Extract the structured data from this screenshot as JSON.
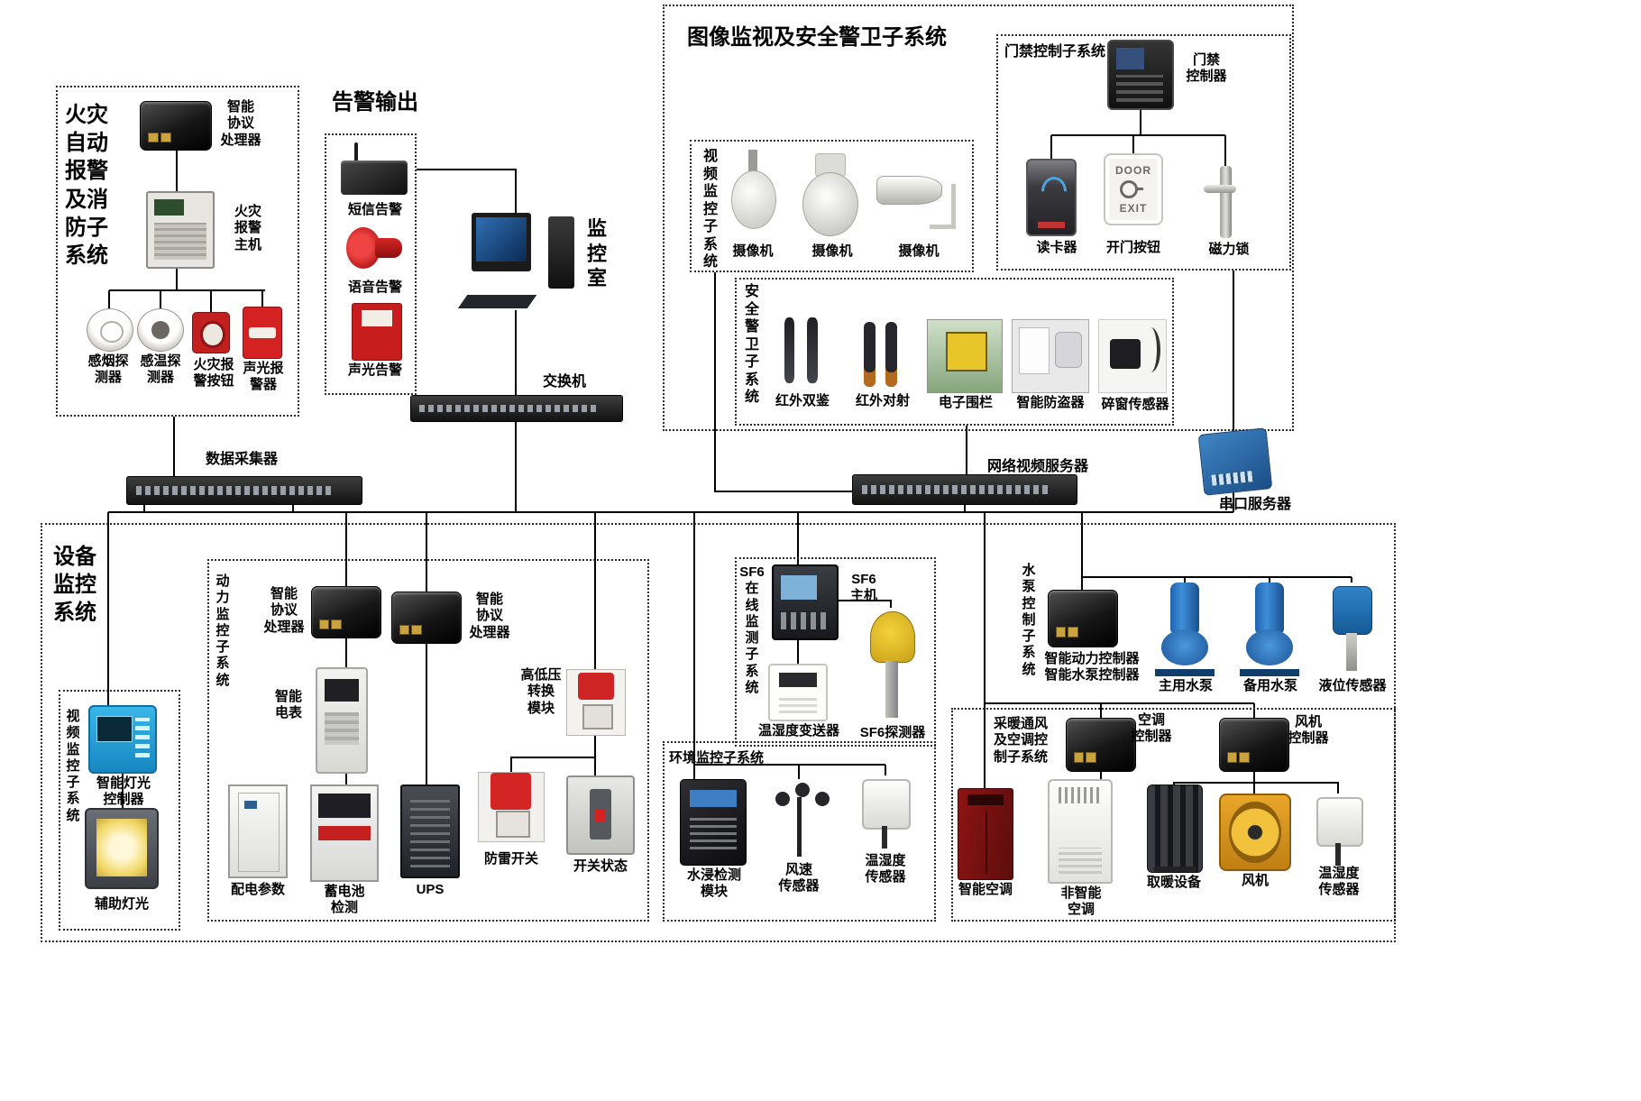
{
  "fire": {
    "title": "火灾\n自动\n报警\n及消\n防子\n系统",
    "processor": "智能\n协议\n处理器",
    "host": "火灾\n报警\n主机",
    "smoke": "感烟探\n测器",
    "temp": "感温探\n测器",
    "button": "火灾报\n警按钮",
    "sounder": "声光报\n警器"
  },
  "alarm_out": {
    "title": "告警输出",
    "sms": "短信告警",
    "voice": "语音告警",
    "sound_light": "声光告警"
  },
  "monitor": {
    "room": "监\n控\n室",
    "switch": "交换机",
    "collector": "数据采集器",
    "nvs": "网络视频服务器",
    "serial": "串口服务器"
  },
  "security": {
    "title": "图像监视及安全警卫子系统",
    "access": {
      "title": "门禁控制子系统",
      "controller": "门禁\n控制器",
      "reader": "读卡器",
      "open_button": "开门按钮",
      "door_top": "DOOR",
      "door_bottom": "EXIT",
      "lock": "磁力锁"
    },
    "video": {
      "title": "视\n频\n监\n控\n子\n系\n统",
      "cam1": "摄像机",
      "cam2": "摄像机",
      "cam3": "摄像机"
    },
    "guard": {
      "title": "安\n全\n警\n卫\n子\n系\n统",
      "ir_dual": "红外双鉴",
      "ir_beam": "红外对射",
      "fence": "电子围栏",
      "burglar": "智能防盗器",
      "window": "碎窗传感器"
    }
  },
  "equipment": {
    "title": "设备\n监控\n系统",
    "video": {
      "title": "视\n频\n监\n控\n子\n系\n统",
      "light_controller": "智能灯光\n控制器",
      "aux_light": "辅助灯光"
    },
    "power": {
      "title": "动\n力\n监\n控\n子\n系\n统",
      "proc1": "智能\n协议\n处理器",
      "proc2": "智能\n协议\n处理器",
      "meter": "智能\n电表",
      "hv_module": "高低压\n转换\n模块",
      "dist": "配电参数",
      "battery": "蓄电池\n检测",
      "ups": "UPS",
      "lightning": "防雷开关",
      "breaker": "开关状态"
    },
    "sf6": {
      "title": "SF6\n在\n线\n监\n测\n子\n系\n统",
      "host": "SF6\n主机",
      "transmitter": "温湿度变送器",
      "detector": "SF6探测器"
    },
    "env": {
      "title": "环境监控子系统",
      "water": "水浸检测\n模块",
      "wind": "风速\n传感器",
      "th": "温湿度\n传感器"
    },
    "pump": {
      "title": "水\n泵\n控\n制\n子\n系\n统",
      "controller": "智能动力控制器\n智能水泵控制器",
      "main": "主用水泵",
      "backup": "备用水泵",
      "level": "液位传感器"
    },
    "hvac": {
      "title": "采暖通风\n及空调控\n制子系统",
      "ac_ctrl": "空调\n控制器",
      "fan_ctrl": "风机\n控制器",
      "smart_ac": "智能空调",
      "plain_ac": "非智能\n空调",
      "heater": "取暖设备",
      "fan": "风机",
      "th": "温湿度\n传感器"
    }
  }
}
